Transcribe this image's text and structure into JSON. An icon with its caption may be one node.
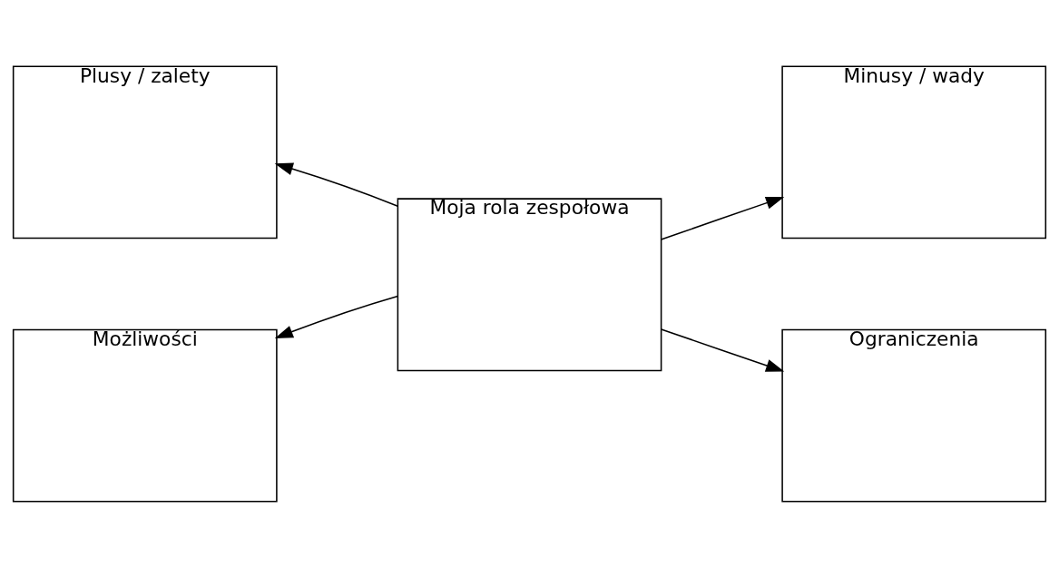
{
  "diagram": {
    "nodes": [
      {
        "text": [
          "Plusy / zalety"
        ]
      },
      {
        "text": [
          "Minusy / wady"
        ]
      },
      {
        "text": [
          "Moja rola zespołowa"
        ]
      },
      {
        "text": [
          "Możliwości"
        ]
      },
      {
        "text": [
          "Ograniczenia"
        ]
      }
    ],
    "edges": [
      {
        "from": 2,
        "to": 0,
        "arrow": "to"
      },
      {
        "from": 2,
        "to": 1,
        "arrow": "to"
      },
      {
        "from": 2,
        "to": 3,
        "arrow": "to"
      },
      {
        "from": 2,
        "to": 4,
        "arrow": "to"
      }
    ]
  }
}
